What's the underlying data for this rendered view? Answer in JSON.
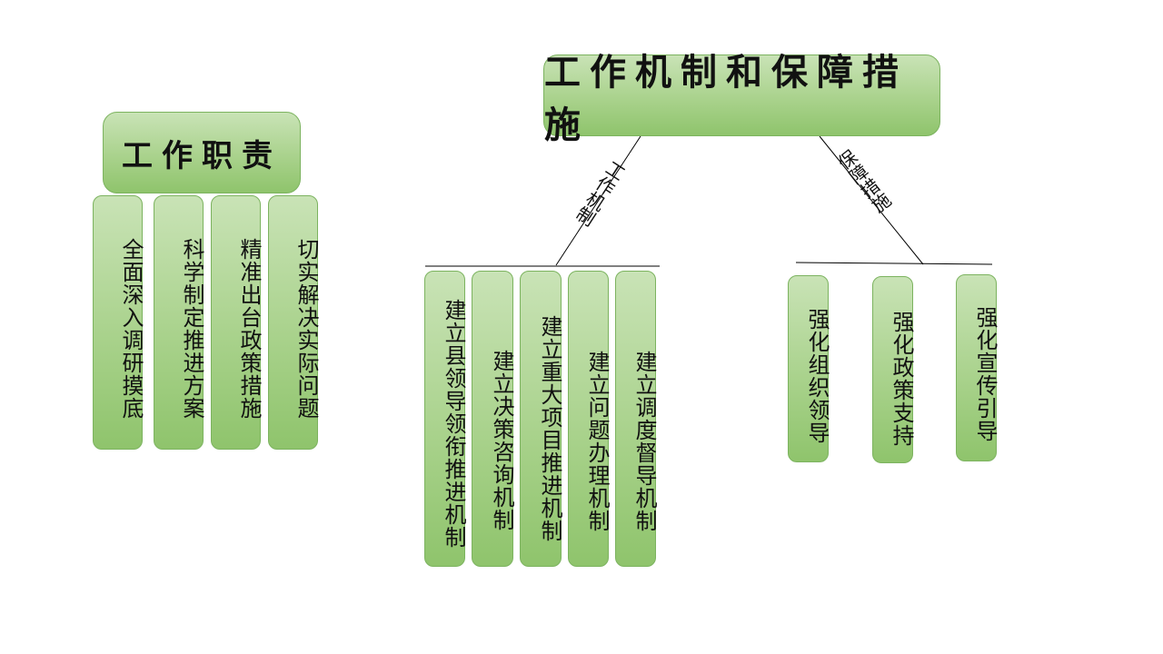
{
  "left": {
    "title": "工作职责",
    "items": [
      "全面深入调研摸底",
      "科学制定推进方案",
      "精准出台政策措施",
      "切实解决实际问题"
    ]
  },
  "right": {
    "title": "工作机制和保障措施",
    "branch_mechanism": {
      "label": "工作机制",
      "items": [
        "建立县领导领衔推进机制",
        "建立决策咨询机制",
        "建立重大项目推进机制",
        "建立问题办理机制",
        "建立调度督导机制"
      ]
    },
    "branch_guarantee": {
      "label": "保障措施",
      "items": [
        "强化组织领导",
        "强化政策支持",
        "强化宣传引导"
      ]
    }
  }
}
